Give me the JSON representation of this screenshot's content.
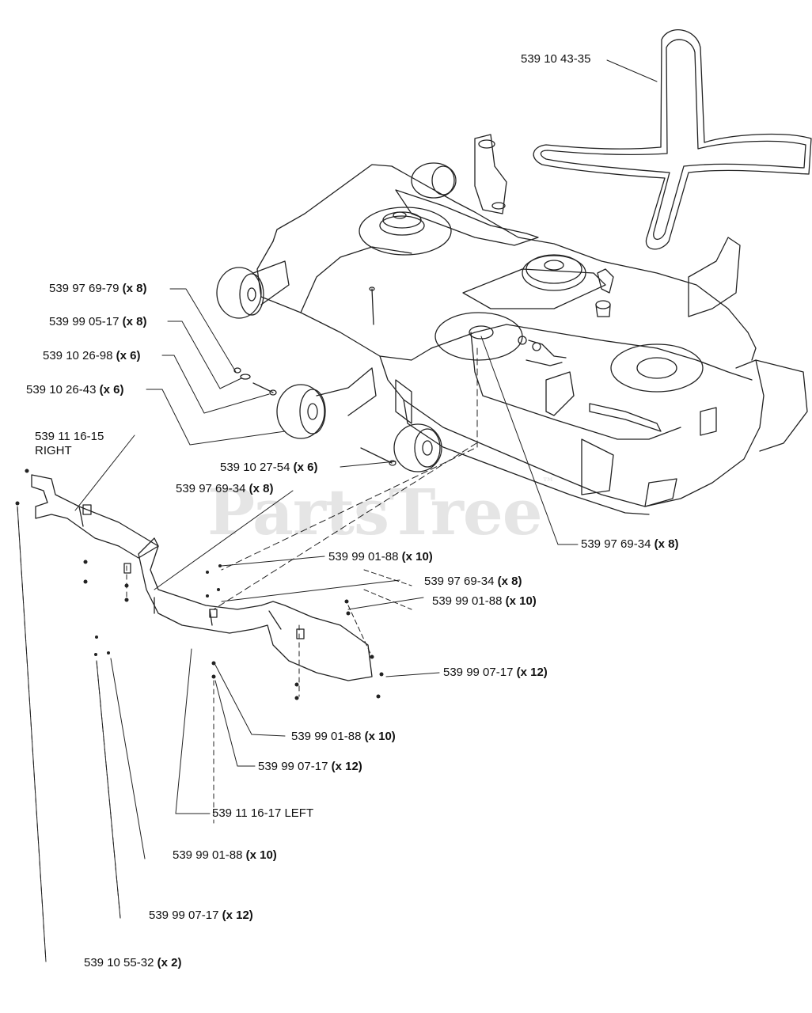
{
  "watermark": "PartsTree",
  "callouts": [
    {
      "id": "belt",
      "part": "539 10 43-35",
      "qty": ""
    },
    {
      "id": "wheel-a",
      "part": "539 97 69-79",
      "qty": "(x 8)"
    },
    {
      "id": "wheel-b",
      "part": "539 99 05-17",
      "qty": "(x 8)"
    },
    {
      "id": "wheel-c",
      "part": "539 10 26-98",
      "qty": "(x 6)"
    },
    {
      "id": "wheel-d",
      "part": "539 10 26-43",
      "qty": "(x 6)"
    },
    {
      "id": "baffle-right",
      "part": "539 11 16-15",
      "qty": "",
      "sub": "RIGHT"
    },
    {
      "id": "bolt-a",
      "part": "539 10 27-54",
      "qty": "(x 6)"
    },
    {
      "id": "nut-left",
      "part": "539 97 69-34",
      "qty": "(x 8)"
    },
    {
      "id": "nut-deck",
      "part": "539 97 69-34",
      "qty": "(x 8)"
    },
    {
      "id": "washer-top",
      "part": "539 99 01-88",
      "qty": "(x 10)"
    },
    {
      "id": "nut-mid",
      "part": "539 97 69-34",
      "qty": "(x 8)"
    },
    {
      "id": "washer-mid",
      "part": "539 99 01-88",
      "qty": "(x 10)"
    },
    {
      "id": "screw-right",
      "part": "539 99 07-17",
      "qty": "(x 12)"
    },
    {
      "id": "washer-low",
      "part": "539 99 01-88",
      "qty": "(x 10)"
    },
    {
      "id": "screw-low",
      "part": "539 99 07-17",
      "qty": "(x 12)"
    },
    {
      "id": "baffle-left",
      "part": "539 11 16-17 LEFT",
      "qty": ""
    },
    {
      "id": "washer-bottom",
      "part": "539 99 01-88",
      "qty": "(x 10)"
    },
    {
      "id": "screw-bottom",
      "part": "539 99 07-17",
      "qty": "(x 12)"
    },
    {
      "id": "pin-bottom",
      "part": "539 10 55-32",
      "qty": "(x 2)"
    }
  ]
}
